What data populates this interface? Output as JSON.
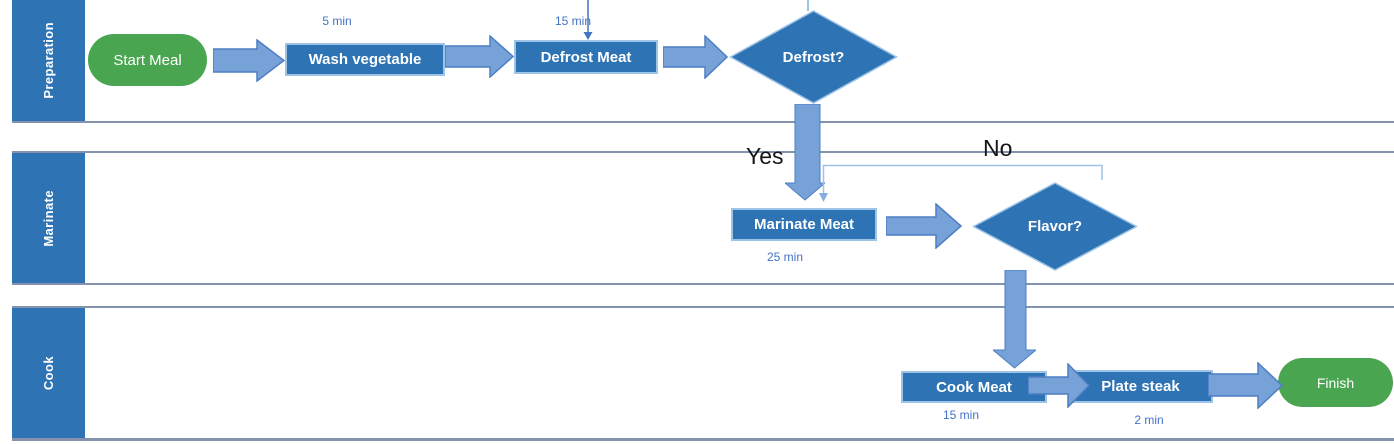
{
  "lanes": [
    {
      "label": "Preparation"
    },
    {
      "label": "Marinate"
    },
    {
      "label": "Cook"
    }
  ],
  "nodes": {
    "start": {
      "label": "Start Meal"
    },
    "wash": {
      "label": "Wash vegetable",
      "time": "5 min"
    },
    "defrost_meat": {
      "label": "Defrost Meat",
      "time": "15 min"
    },
    "defrost_decision": {
      "label": "Defrost?"
    },
    "marinate_meat": {
      "label": "Marinate Meat",
      "time": "25 min"
    },
    "flavor_decision": {
      "label": "Flavor?"
    },
    "cook_meat": {
      "label": "Cook Meat",
      "time": "15 min"
    },
    "plate_steak": {
      "label": "Plate steak",
      "time": "2 min"
    },
    "finish": {
      "label": "Finish"
    }
  },
  "edge_labels": {
    "yes": "Yes",
    "no": "No"
  },
  "edges": [
    {
      "from": "start",
      "to": "wash"
    },
    {
      "from": "wash",
      "to": "defrost_meat"
    },
    {
      "from": "defrost_meat",
      "to": "defrost_decision"
    },
    {
      "from": "defrost_decision",
      "to": "marinate_meat",
      "label": "Yes"
    },
    {
      "from": "flavor_decision",
      "to": "marinate_meat",
      "label": "No"
    },
    {
      "from": "marinate_meat",
      "to": "flavor_decision"
    },
    {
      "from": "flavor_decision",
      "to": "cook_meat"
    },
    {
      "from": "cook_meat",
      "to": "plate_steak"
    },
    {
      "from": "plate_steak",
      "to": "finish"
    }
  ],
  "colors": {
    "shape_blue": "#2e74b5",
    "shape_border": "#9dc3e6",
    "terminal_green": "#4aa551",
    "arrow_fill": "#76a2d8",
    "arrow_stroke": "#4d7ec4",
    "thin_connector": "#9dc3e6",
    "annotation_blue": "#4472c4",
    "lane_line": "#8592ad"
  }
}
